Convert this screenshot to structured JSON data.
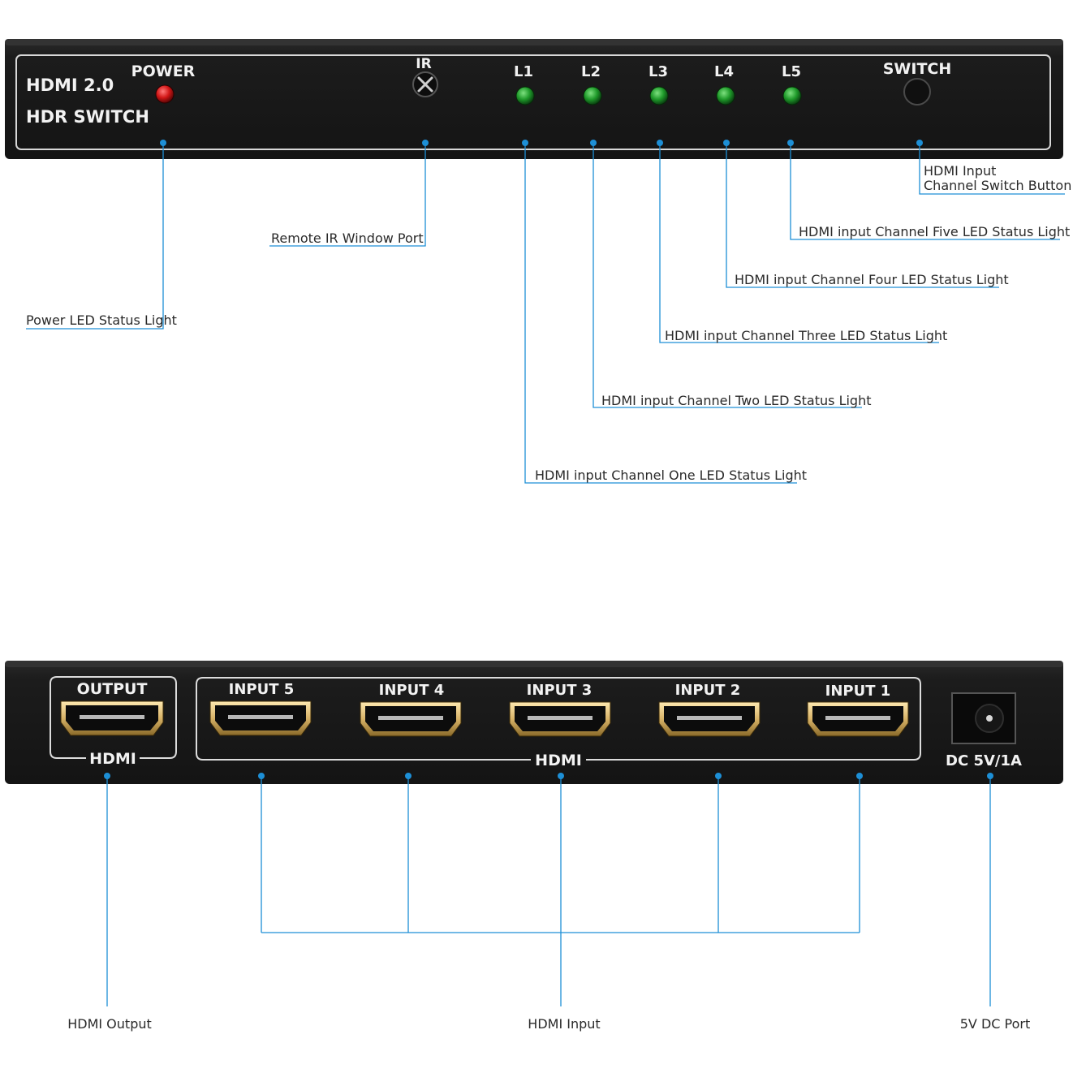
{
  "front_panel": {
    "model_line1": "HDMI 2.0",
    "model_line2": "HDR SWITCH",
    "power_label": "POWER",
    "ir_label": "IR",
    "led_labels": [
      "L1",
      "L2",
      "L3",
      "L4",
      "L5"
    ],
    "switch_label": "SWITCH",
    "colors": {
      "power_led": "#d11616",
      "channel_led": "#1f9a2a",
      "body": "#1b1b1b",
      "leader": "#1d8fd6"
    }
  },
  "front_callouts": {
    "power": "Power LED Status Light",
    "ir": "Remote IR Window Port",
    "l1": "HDMI input Channel One LED Status Light",
    "l2": "HDMI input Channel Two LED Status Light",
    "l3": "HDMI input Channel Three LED Status Light",
    "l4": "HDMI input Channel Four LED Status Light",
    "l5": "HDMI input Channel Five LED Status Light",
    "switch_line1": "HDMI Input",
    "switch_line2": "Channel Switch Button"
  },
  "rear_panel": {
    "output_label": "OUTPUT",
    "output_hdmi_label": "HDMI",
    "input_labels": [
      "INPUT 5",
      "INPUT 4",
      "INPUT 3",
      "INPUT 2",
      "INPUT 1"
    ],
    "inputs_hdmi_label": "HDMI",
    "dc_label": "DC 5V/1A"
  },
  "rear_callouts": {
    "output": "HDMI Output",
    "input": "HDMI Input",
    "dc": "5V DC Port"
  }
}
